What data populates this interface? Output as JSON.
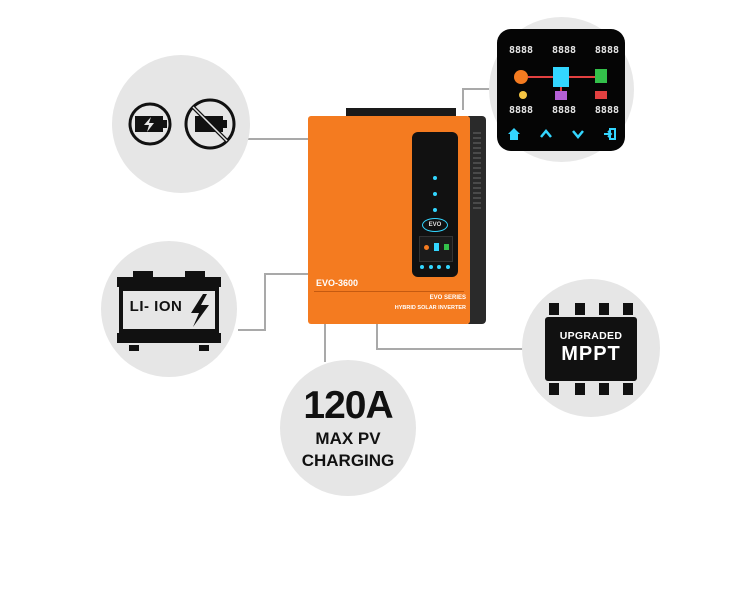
{
  "product": {
    "model": "EVO-3600",
    "series": "EVO SERIES",
    "subtitle": "HYBRID SOLAR INVERTER",
    "logo": "EVO"
  },
  "lcd": {
    "readouts_top": [
      "8888",
      "8888",
      "8888"
    ],
    "readouts_bottom": [
      "8888",
      "8888",
      "8888"
    ],
    "buttons": [
      {
        "icon": "home-icon"
      },
      {
        "icon": "chevron-up-icon"
      },
      {
        "icon": "chevron-down-icon"
      },
      {
        "icon": "enter-icon"
      }
    ]
  },
  "features": {
    "battery_optional": {
      "icons": [
        "battery-charging-icon",
        "battery-crossed-out-icon"
      ]
    },
    "li_ion": {
      "label": "LI- ION",
      "icon": "lithium-battery-icon"
    },
    "pv_charging": {
      "amps": "120A",
      "line1": "MAX PV",
      "line2": "CHARGING"
    },
    "mppt": {
      "line1": "UPGRADED",
      "line2": "MPPT",
      "icon": "chip-icon"
    }
  },
  "colors": {
    "body_orange": "#f47b20",
    "panel_black": "#111111",
    "circle_gray": "#e6e6e6",
    "lcd_cyan": "#33d6ff",
    "connector_gray": "#a9a9a9"
  }
}
